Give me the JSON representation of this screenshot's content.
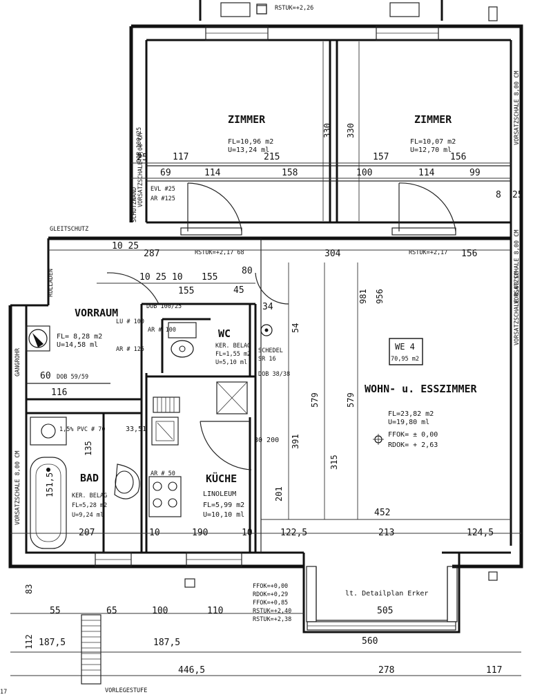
{
  "rooms": {
    "zimmer_left": {
      "name": "ZIMMER",
      "fl": "FL=10,96 m2",
      "u": "U=13,24 ml"
    },
    "zimmer_right": {
      "name": "ZIMMER",
      "fl": "FL=10,07 m2",
      "u": "U=12,70 ml"
    },
    "vorraum": {
      "name": "VORRAUM",
      "fl": "FL= 8,28 m2",
      "u": "U=14,58 ml"
    },
    "wc": {
      "name": "WC",
      "belag": "KER. BELAG",
      "fl": "FL=1,55 m2",
      "u": "U=5,10 ml"
    },
    "schedel": {
      "name": "SCHEDEL",
      "sub": "SR 16"
    },
    "kueche": {
      "name": "KÜCHE",
      "belag": "LINOLEUM",
      "fl": "FL=5,99 m2",
      "u": "U=10,10 ml"
    },
    "bad": {
      "name": "BAD",
      "belag": "KER. BELAG",
      "fl": "FL=5,28 m2",
      "u": "U=9,24 ml"
    },
    "wohn": {
      "name": "WOHN- u. ESSZIMMER",
      "fl": "FL=23,82 m2",
      "u": "U=19,80 ml",
      "ffok": "FFOK= ± 0,00",
      "rdok": "RDOK= + 2,63"
    },
    "we": {
      "name": "WE 4",
      "area": "70,95 m2"
    }
  },
  "walls": {
    "vorsatz_left": "VORSATZSCHALE 8,00 CM",
    "vorsatz_right_upper": "VORSATZSCHALE 8,00 CM",
    "vorsatz_right_mid": "VORSATZSCHALE 8,00 CM",
    "vorsatz_right_lower": "VORSATZSCHALE 8,00 CM",
    "vorsatz_bad": "VORSATZSCHALE 8,00 CM",
    "gangrohr": "GANGROHR",
    "schutzwand": "SCHUTZWAND",
    "gleitschutz": "GLEITSCHUTZ",
    "rolladen": "ROLLADEN"
  },
  "notes": {
    "dob_left": "DOB 100/25",
    "dob_vorraum": "DOB 100/25",
    "dob_schedel": "DOB 38/38",
    "dob_vorraum2": "DOB 59/59",
    "evl": "EVL #25",
    "ar": "AR #125",
    "detail": "lt. Detailplan Erker",
    "rstuk_1": "RSTUK=+2,17 68",
    "rstuk_2": "RSTUK=+2,17",
    "rstuk_top": "RSTUK=+2,26",
    "erker_levels": [
      "FFOK=+0,00",
      "RDOK=+0,29",
      "FFOK=+0,85",
      "RSTUK=+2,40",
      "RSTUK=+2,38"
    ],
    "vorlegestufe": "VORLEGESTUFE",
    "page_num": "17"
  },
  "dims": {
    "d_117": "117",
    "d_215": "215",
    "d_157": "157",
    "d_156": "156",
    "d_69": "69",
    "d_114a": "114",
    "d_158": "158",
    "d_100": "100",
    "d_114b": "114",
    "d_99": "99",
    "d_330a": "330",
    "d_330b": "330",
    "d_25a": "25",
    "d_25b": "25",
    "d_8": "8",
    "d_287": "287",
    "d_304": "304",
    "d_156b": "156",
    "d_155a": "155",
    "d_155b": "155",
    "d_10_25": "10 25",
    "d_10_25_10": "10 25 10",
    "d_80": "80",
    "d_45": "45",
    "d_34": "34",
    "d_54": "54",
    "d_116": "116",
    "d_60": "60",
    "d_135": "135",
    "d_579a": "579",
    "d_579b": "579",
    "d_391": "391",
    "d_315": "315",
    "d_201": "201",
    "d_981": "981",
    "d_956": "956",
    "d_452": "452",
    "d_207": "207",
    "d_190": "190",
    "d_10a": "10",
    "d_10b": "10",
    "d_1225": "122,5",
    "d_213": "213",
    "d_1245": "124,5",
    "d_1515": "151,5",
    "d_83": "83",
    "d_55": "55",
    "d_65": "65",
    "d_100b": "100",
    "d_110": "110",
    "d_505": "505",
    "d_560": "560",
    "d_1875a": "187,5",
    "d_1875b": "187,5",
    "d_112": "112",
    "d_4465": "446,5",
    "d_278": "278",
    "d_117b": "117",
    "d_80_200": "80 200",
    "d_33_51": "33,51"
  },
  "fixtures": {
    "ar50": "AR # 50",
    "ar100": "AR # 100",
    "lu100": "LU # 100",
    "ar125": "AR # 125",
    "pvc": "1,5% PVC # 70"
  }
}
